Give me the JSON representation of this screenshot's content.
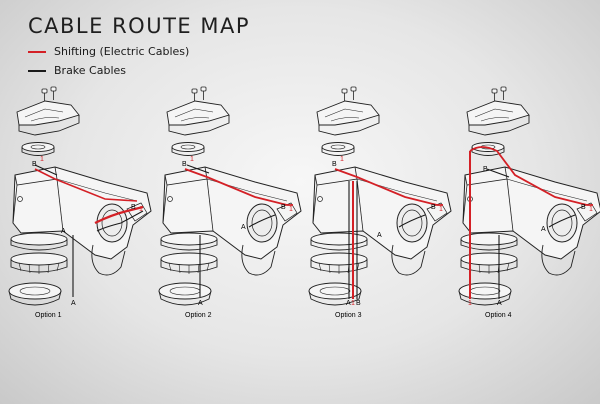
{
  "title": "CABLE ROUTE MAP",
  "legend": [
    {
      "label": "Shifting (Electric Cables)",
      "color": "#d42026"
    },
    {
      "label": "Brake Cables",
      "color": "#1a1a1a"
    }
  ],
  "colors": {
    "shift": "#d42026",
    "brake": "#1a1a1a",
    "outline": "#222222",
    "part_fill": "#f5f5f5"
  },
  "options": [
    {
      "caption": "Option 1",
      "port_label": "A",
      "entry_label": "B",
      "entry_index": "1",
      "bottom_labels": [
        "A"
      ]
    },
    {
      "caption": "Option 2",
      "port_label": "A",
      "entry_label": "B",
      "entry_index": "1",
      "bottom_labels": [
        "A"
      ]
    },
    {
      "caption": "Option 3",
      "port_label": "A",
      "entry_label": "B",
      "entry_index": "1",
      "bottom_labels": [
        "A",
        "1",
        "B"
      ]
    },
    {
      "caption": "Option 4",
      "port_label": "A",
      "entry_label": "B",
      "entry_index": "1",
      "bottom_labels": [
        "1",
        "A"
      ]
    }
  ]
}
